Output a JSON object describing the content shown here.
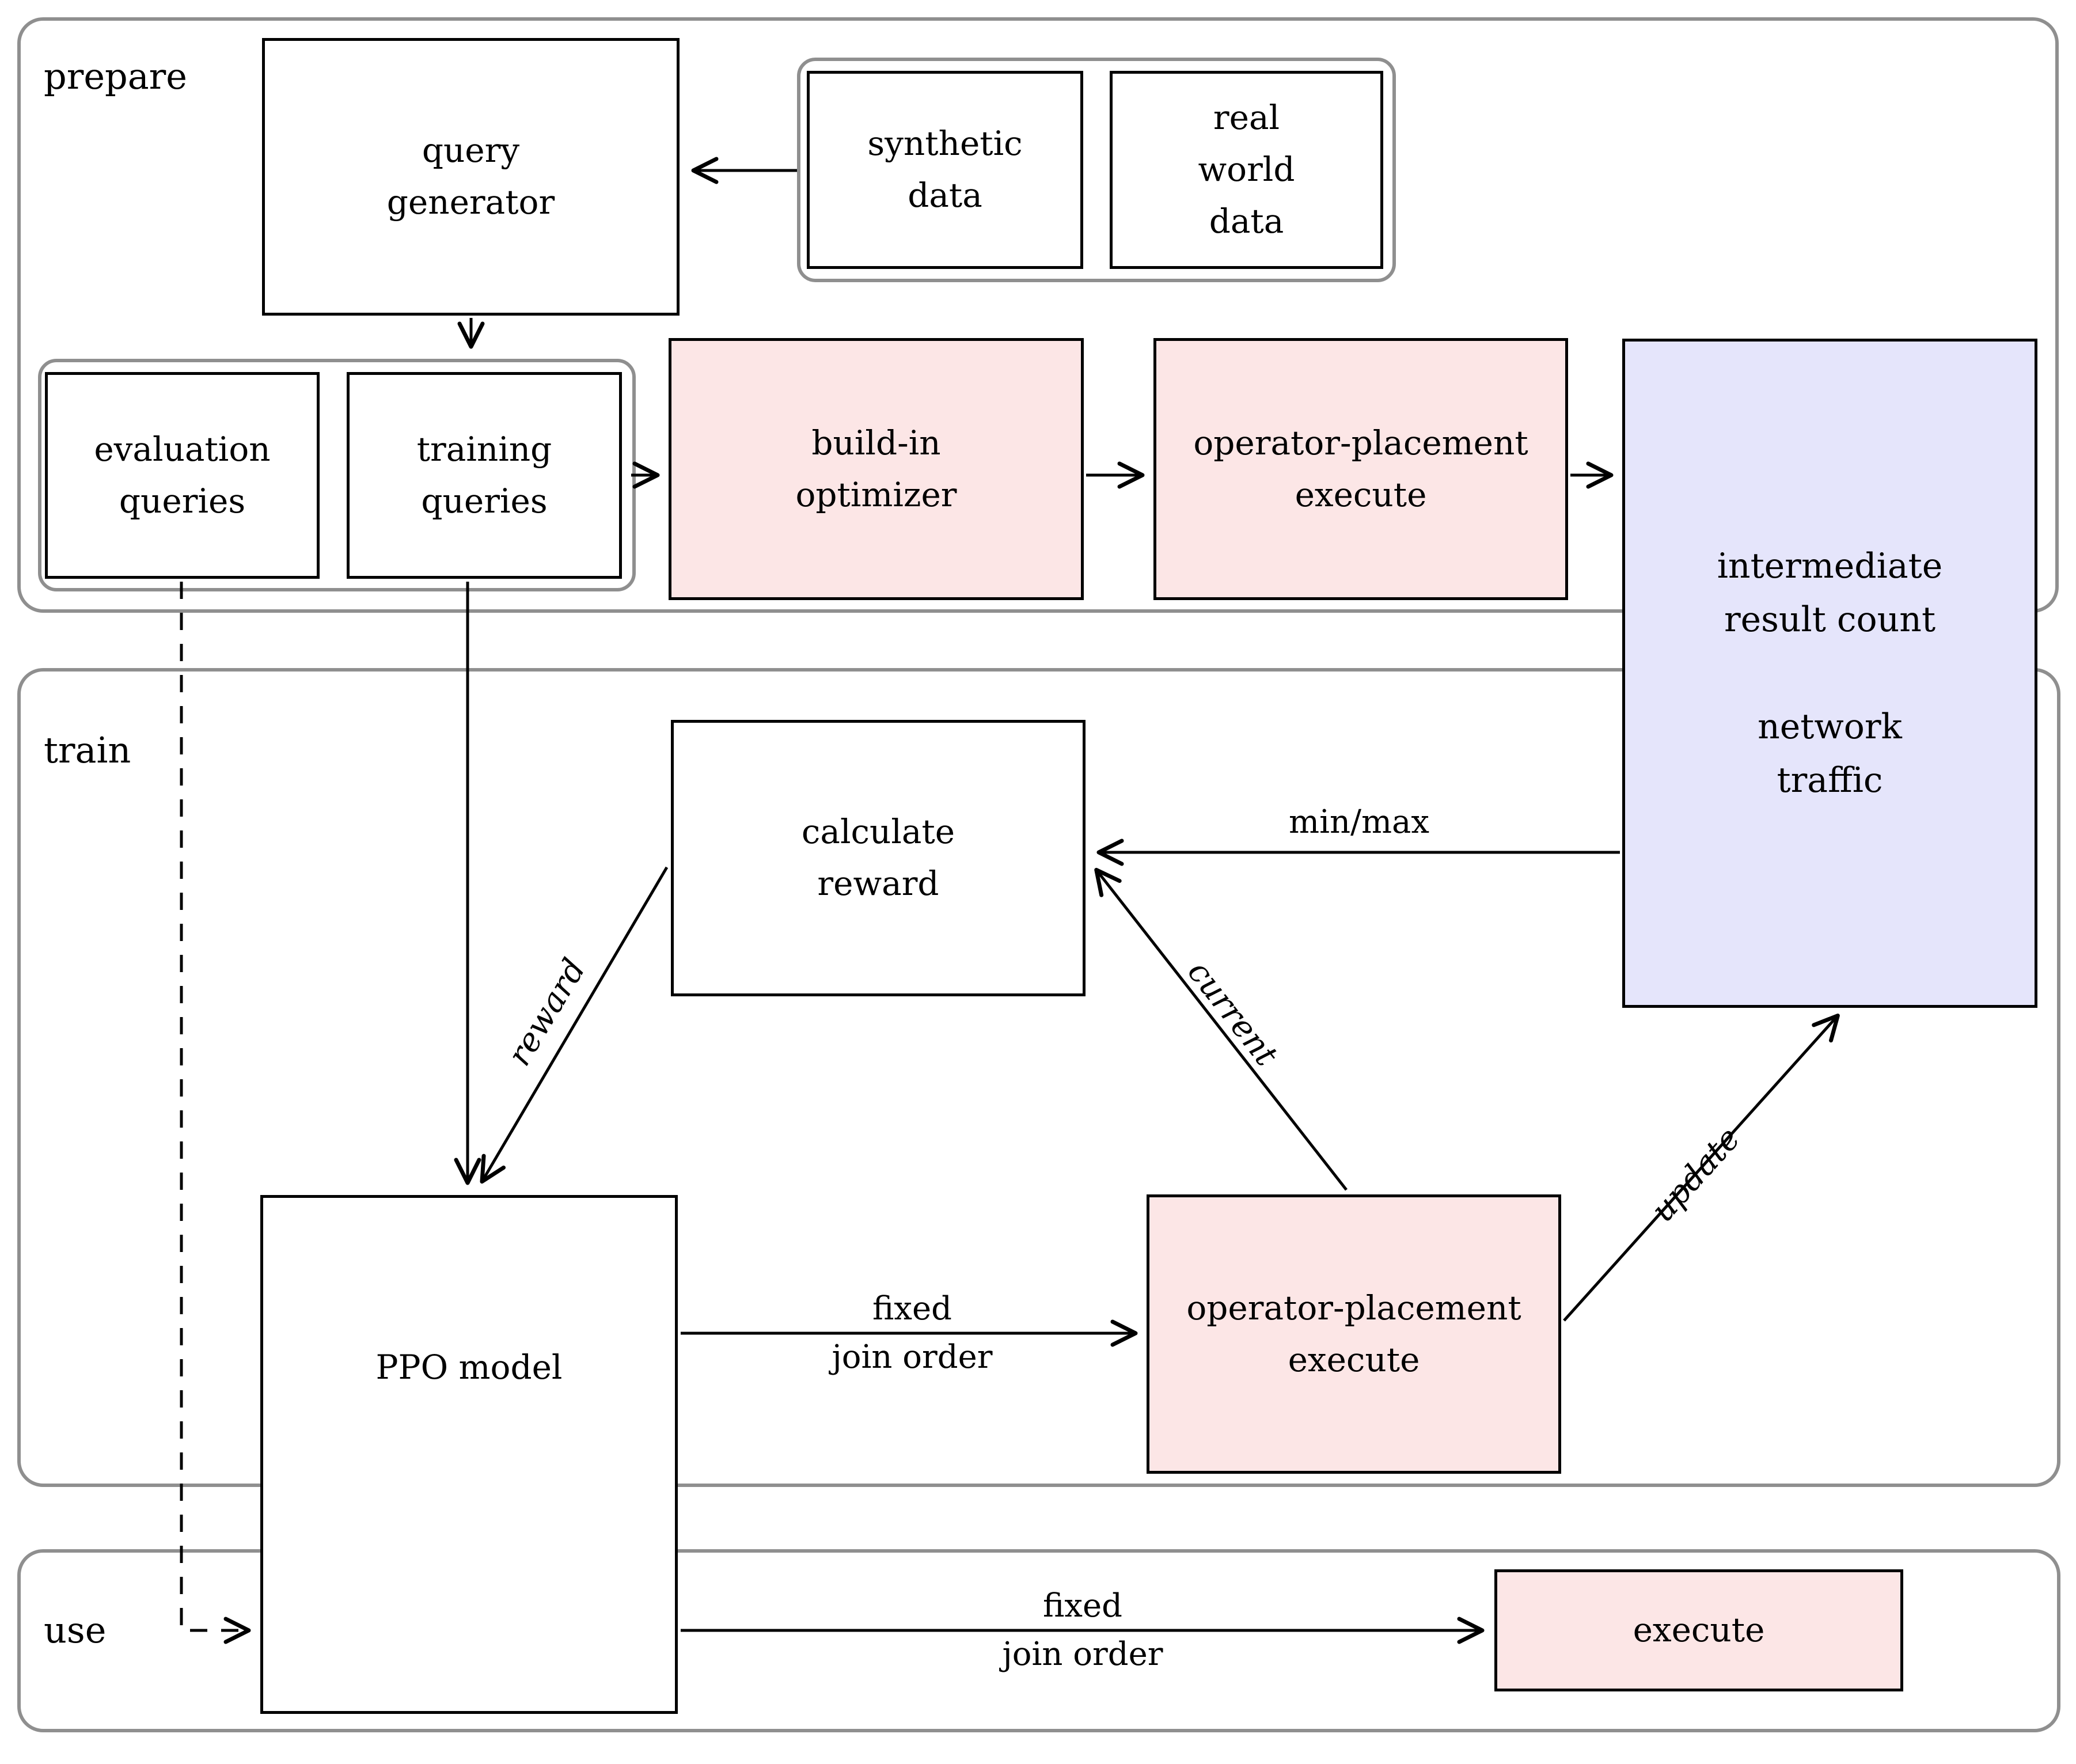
{
  "diagram": {
    "background": "#ffffff",
    "colors": {
      "stage_box_fill": "#fce6e6",
      "metric_box_fill": "#e5e5fb",
      "container_border": "#8f8f8f",
      "node_border": "#000000",
      "text": "#000000"
    },
    "sections": {
      "prepare": {
        "label": "prepare"
      },
      "train": {
        "label": "train"
      },
      "use": {
        "label": "use"
      }
    },
    "nodes": {
      "query_generator": {
        "label": "query\ngenerator"
      },
      "synthetic_data": {
        "label": "synthetic\ndata"
      },
      "real_world_data": {
        "label": "real\nworld\ndata"
      },
      "evaluation_queries": {
        "label": "evaluation\nqueries"
      },
      "training_queries": {
        "label": "training\nqueries"
      },
      "build_in_optimizer": {
        "label": "build-in\noptimizer"
      },
      "operator_placement_execute_prepare": {
        "label": "operator-placement\nexecute"
      },
      "intermediate_result": {
        "label": "intermediate\nresult count\n\nnetwork\ntraffic"
      },
      "calculate_reward": {
        "label": "calculate\nreward"
      },
      "ppo_model": {
        "label": "PPO model"
      },
      "operator_placement_execute_train": {
        "label": "operator-placement\nexecute"
      },
      "execute_use": {
        "label": "execute"
      }
    },
    "edge_labels": {
      "min_max": {
        "label": "min/max"
      },
      "reward": {
        "label": "reward"
      },
      "current": {
        "label": "current"
      },
      "update": {
        "label": "update"
      },
      "fixed_join_order_train": {
        "label": "fixed\njoin order"
      },
      "fixed_join_order_use": {
        "label": "fixed\njoin order"
      }
    }
  }
}
